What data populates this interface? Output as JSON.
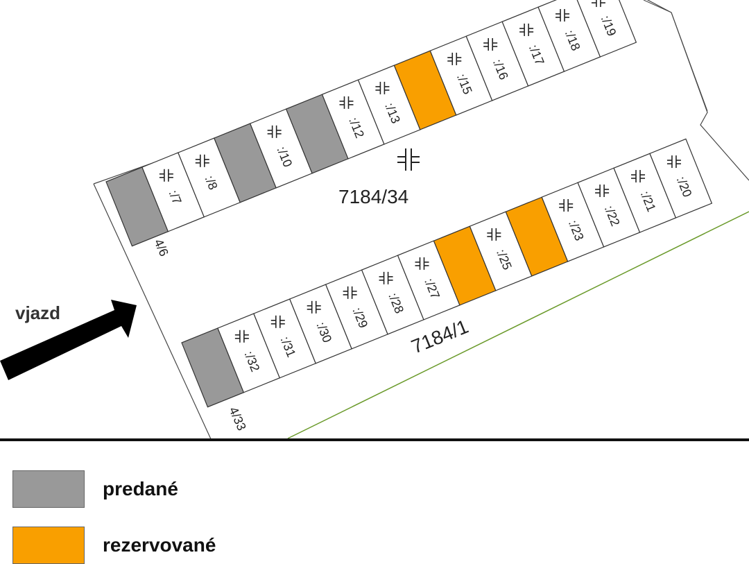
{
  "colors": {
    "sold": "#999999",
    "reserved": "#f99f00",
    "free": "#ffffff"
  },
  "parcels": {
    "main": "7184/34",
    "road": "7184/1",
    "edge_top": "4/6",
    "edge_bottom": "4/33"
  },
  "rows": {
    "top": [
      {
        "label": "",
        "status": "sold"
      },
      {
        "label": ":/7",
        "status": "free"
      },
      {
        "label": ":/8",
        "status": "free"
      },
      {
        "label": "",
        "status": "sold"
      },
      {
        "label": ":/10",
        "status": "free"
      },
      {
        "label": "",
        "status": "sold"
      },
      {
        "label": ":/12",
        "status": "free"
      },
      {
        "label": ":/13",
        "status": "free"
      },
      {
        "label": "",
        "status": "reserved"
      },
      {
        "label": ":/15",
        "status": "free"
      },
      {
        "label": ":/16",
        "status": "free"
      },
      {
        "label": ":/17",
        "status": "free"
      },
      {
        "label": ":/18",
        "status": "free"
      },
      {
        "label": ":/19",
        "status": "free"
      }
    ],
    "bottom": [
      {
        "label": "",
        "status": "sold"
      },
      {
        "label": ":/32",
        "status": "free"
      },
      {
        "label": ":/31",
        "status": "free"
      },
      {
        "label": ":/30",
        "status": "free"
      },
      {
        "label": ":/29",
        "status": "free"
      },
      {
        "label": ":/28",
        "status": "free"
      },
      {
        "label": ":/27",
        "status": "free"
      },
      {
        "label": "",
        "status": "reserved"
      },
      {
        "label": ":/25",
        "status": "free"
      },
      {
        "label": "",
        "status": "reserved"
      },
      {
        "label": ":/23",
        "status": "free"
      },
      {
        "label": ":/22",
        "status": "free"
      },
      {
        "label": ":/21",
        "status": "free"
      },
      {
        "label": ":/20",
        "status": "free"
      }
    ]
  },
  "entrance_label": "vjazd",
  "legend": [
    {
      "label": "predané",
      "status": "sold"
    },
    {
      "label": "rezervované",
      "status": "reserved"
    }
  ]
}
